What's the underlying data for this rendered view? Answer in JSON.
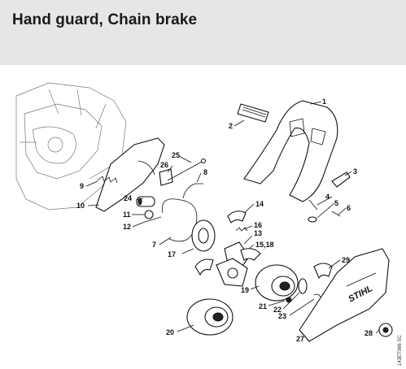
{
  "title": "Hand guard, Chain brake",
  "drawing_code": "143ET066 SC",
  "labels": {
    "p1": "1",
    "p2": "2",
    "p3": "3",
    "p4": "4",
    "p5": "5",
    "p6": "6",
    "p7": "7",
    "p8": "8",
    "p9": "9",
    "p10": "10",
    "p11": "11",
    "p12": "12",
    "p13": "13",
    "p14": "14",
    "p1518": "15,18",
    "p16": "16",
    "p17": "17",
    "p19": "19",
    "p20": "20",
    "p21": "21",
    "p22": "22",
    "p23": "23",
    "p24": "24",
    "p25": "25",
    "p26": "26",
    "p27": "27",
    "p28": "28",
    "p29": "29"
  },
  "brand": "STIHL"
}
